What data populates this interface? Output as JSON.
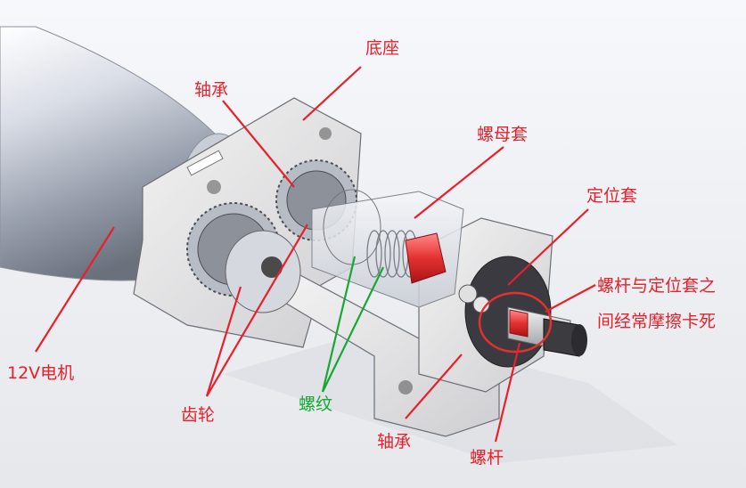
{
  "labels": {
    "base": "底座",
    "bearing_top": "轴承",
    "nut_sleeve": "螺母套",
    "positioning_sleeve": "定位套",
    "note_line1": "螺杆与定位套之",
    "note_line2": "间经常摩擦卡死",
    "motor": "12V电机",
    "gear": "齿轮",
    "thread": "螺纹",
    "bearing_bottom": "轴承",
    "screw_rod": "螺杆"
  },
  "colors": {
    "annotation_red": "#e8202a",
    "annotation_green": "#16a832",
    "highlight_red": "#e53030"
  }
}
